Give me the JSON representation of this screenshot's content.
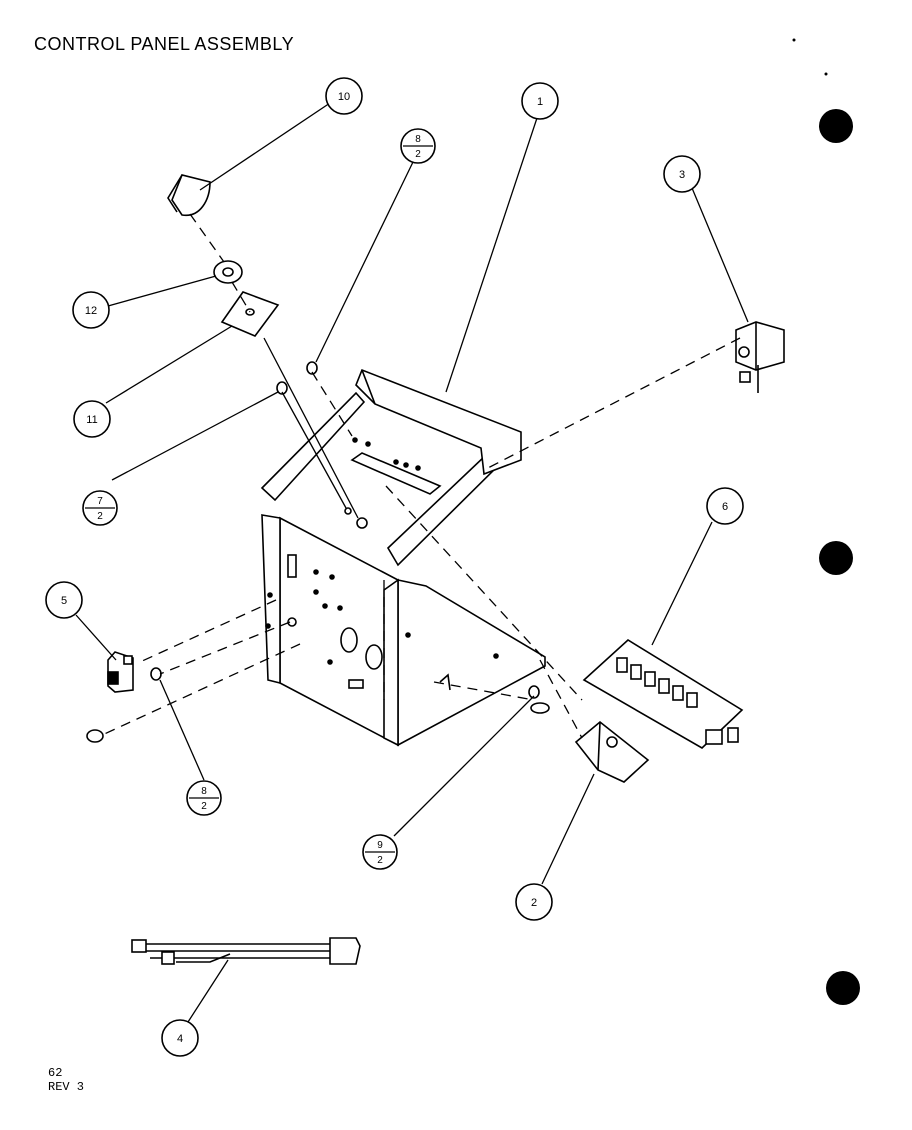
{
  "document": {
    "title": "CONTROL PANEL ASSEMBLY",
    "page_number": "62",
    "revision": "REV 3"
  },
  "callouts": [
    {
      "id": "10",
      "label": "10"
    },
    {
      "id": "1",
      "label": "1"
    },
    {
      "id": "3",
      "label": "3"
    },
    {
      "id": "12",
      "label": "12"
    },
    {
      "id": "11",
      "label": "11"
    },
    {
      "id": "5",
      "label": "5"
    },
    {
      "id": "6",
      "label": "6"
    },
    {
      "id": "2",
      "label": "2"
    },
    {
      "id": "4",
      "label": "4"
    }
  ],
  "fraction_callouts": [
    {
      "id": "8-2-top",
      "numerator": "8",
      "denominator": "2"
    },
    {
      "id": "7-2",
      "numerator": "7",
      "denominator": "2"
    },
    {
      "id": "8-2-bottom",
      "numerator": "8",
      "denominator": "2"
    },
    {
      "id": "9-2",
      "numerator": "9",
      "denominator": "2"
    }
  ]
}
